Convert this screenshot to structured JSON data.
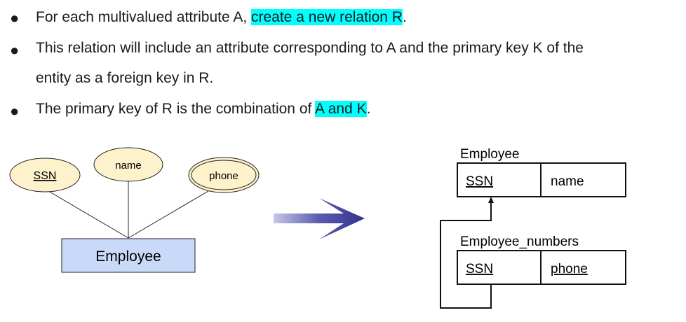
{
  "bullets": [
    {
      "before": "For each multivalued attribute A, ",
      "highlight": "create a new relation R",
      "after": "."
    },
    {
      "line1": "This relation will include an attribute corresponding to A and the primary key K of the",
      "line2": "entity as a foreign key in R."
    },
    {
      "before": "The primary key of R is the combination of ",
      "highlight": "A and K",
      "after": "."
    }
  ],
  "er": {
    "entity": "Employee",
    "attributes": {
      "ssn": "SSN",
      "name": "name",
      "phone": "phone"
    }
  },
  "schema": {
    "table1": {
      "name": "Employee",
      "cols": [
        "SSN",
        "name"
      ]
    },
    "table2": {
      "name": "Employee_numbers",
      "cols": [
        "SSN",
        "phone"
      ]
    }
  },
  "colors": {
    "highlight": "#00ffff",
    "attr_fill": "#fdf2cc",
    "entity_fill": "#c9daf8",
    "arrow": "#3f3f9e"
  }
}
